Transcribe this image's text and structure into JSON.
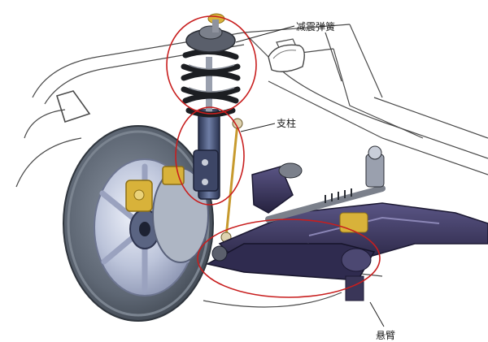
{
  "labels": {
    "spring": "减震弹簧",
    "strut": "支柱",
    "bottom": "悬臂"
  },
  "colors": {
    "highlight_circle": "#c81e1e",
    "leader_line": "#222222",
    "tire": "#5b6470",
    "rim": "#b8c0d6",
    "spring": "#222428",
    "subframe": "#34305a",
    "gold_parts": "#d8b23a"
  }
}
